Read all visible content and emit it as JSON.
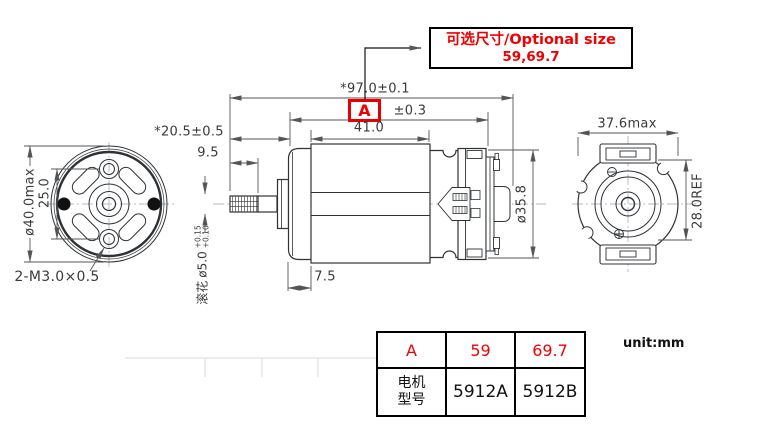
{
  "callout": {
    "line1": "可选尺寸/Optional size",
    "line2": "59,69.7"
  },
  "dims": {
    "total_length": "*97.0±0.1",
    "a_label": "A",
    "a_tolerance": "±0.3",
    "body_length": "41.0",
    "shaft_extension": "*20.5±0.5",
    "knurl_length": "9.5",
    "front_step": "7.5",
    "body_diameter": "ø35.8",
    "knurl_word": "滚花",
    "knurl_diameter": "ø5.0",
    "knurl_tol_upper": "+0.15",
    "knurl_tol_lower": "+0.10",
    "front_outer_diameter": "ø40.0max",
    "mount_hole_spacing": "25.0",
    "mount_screw_note": "2-M3.0×0.5",
    "rear_width": "37.6max",
    "terminal_spacing": "28.0REF"
  },
  "table": {
    "header": [
      "A",
      "59",
      "69.7"
    ],
    "row_label_line1": "电机",
    "row_label_line2": "型号",
    "models": [
      "5912A",
      "5912B"
    ]
  },
  "unit_label": "unit:mm",
  "colors": {
    "red": "#f00000",
    "outline": "#2f3235",
    "dimension": "#555555",
    "centerline": "#b3b9c2",
    "faint_grid": "#d8d8d8"
  }
}
